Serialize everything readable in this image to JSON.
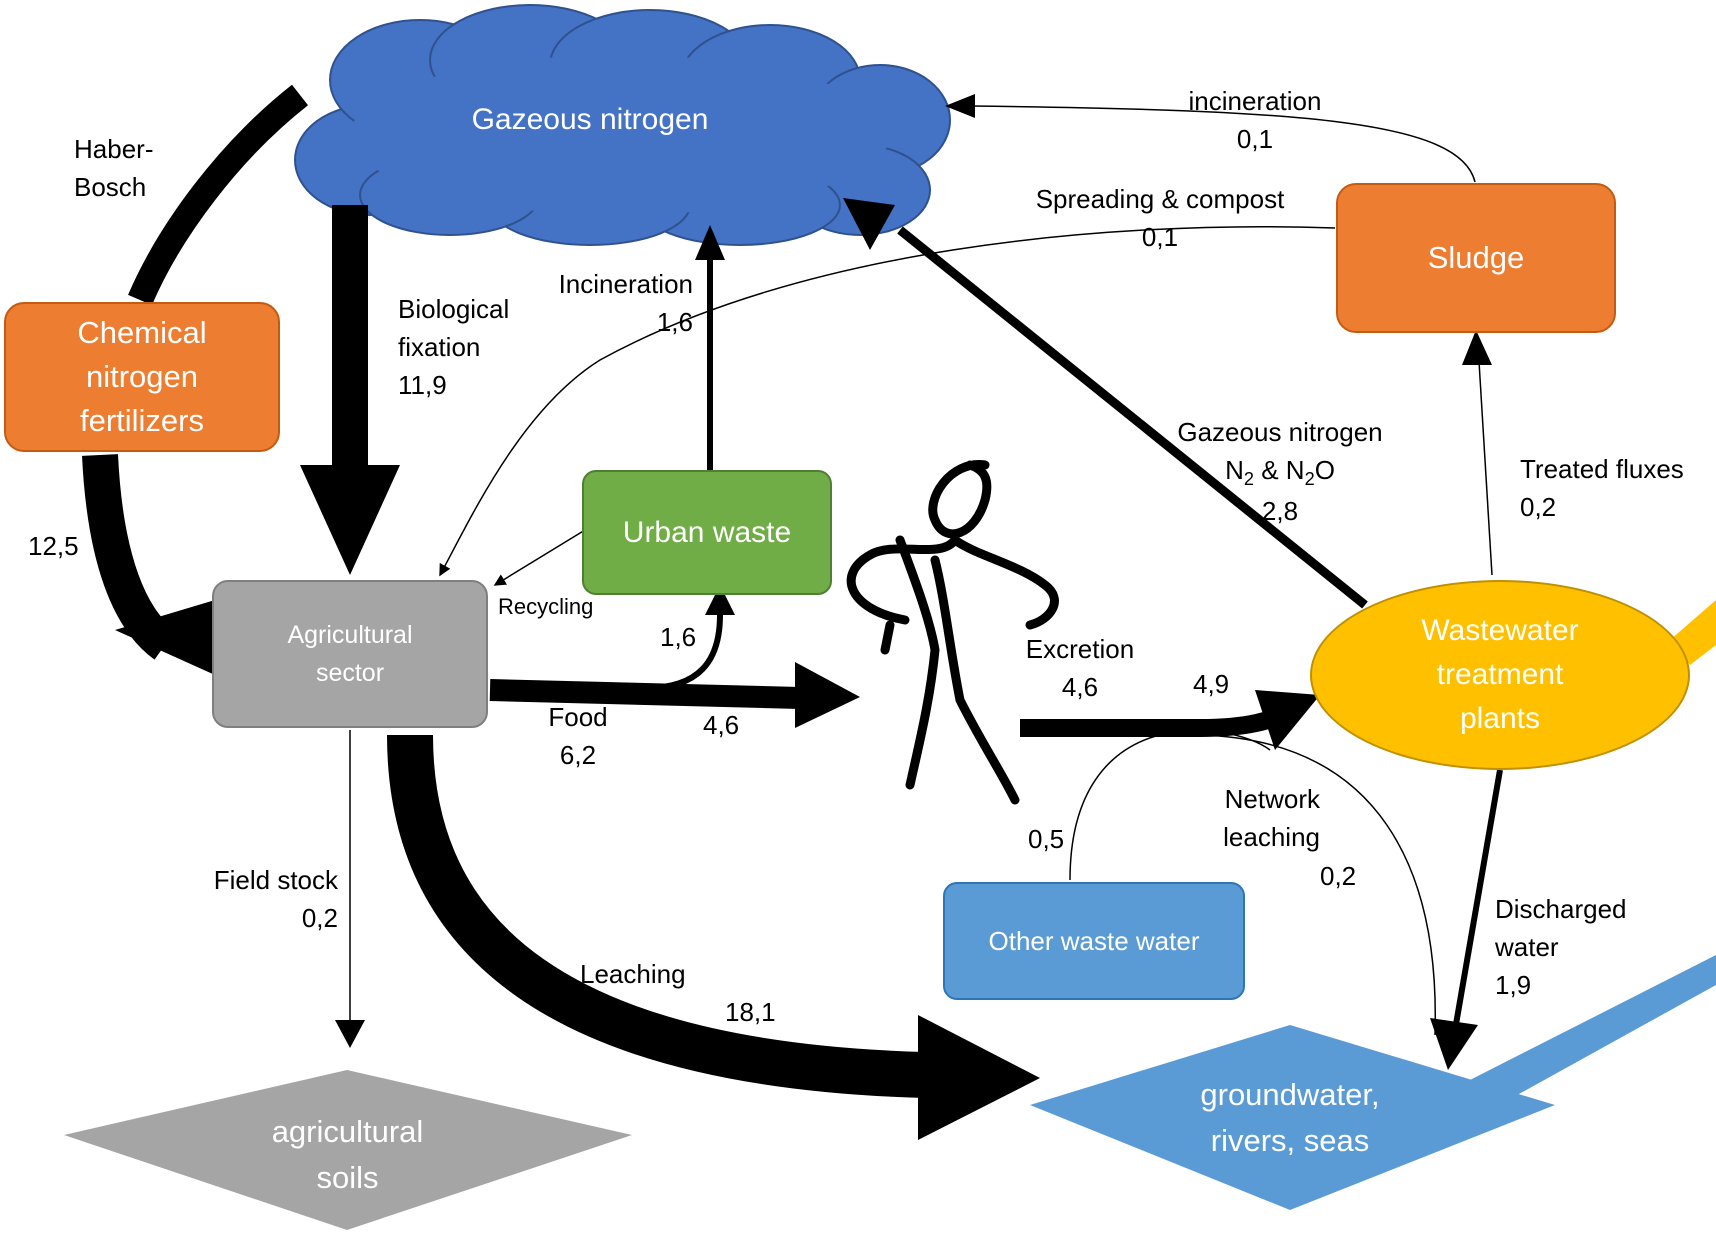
{
  "nodes": {
    "gaseous_nitrogen": "Gazeous nitrogen",
    "chemical_fertilizers": "Chemical\nnitrogen\nfertilizers",
    "agricultural_sector": "Agricultural\nsector",
    "urban_waste": "Urban waste",
    "sludge": "Sludge",
    "wwtp": "Wastewater\ntreatment\nplants",
    "other_waste_water": "Other waste water",
    "agricultural_soils": "agricultural\nsoils",
    "water_bodies": "groundwater,\nrivers, seas"
  },
  "flows": {
    "haber_bosch": "Haber-\nBosch",
    "fertilizer_value": "12,5",
    "biological_fixation": "Biological\nfixation\n11,9",
    "incineration_urban": "Incineration\n1,6",
    "recycling": "Recycling",
    "urban_from_agri": "1,6",
    "food": "Food\n6,2",
    "food_to_human": "4,6",
    "excretion": "Excretion\n4,6",
    "to_wwtp": "4,9",
    "other_ww_value": "0,5",
    "network_leaching": "Network\nleaching",
    "network_leaching_value": "0,2",
    "field_stock": "Field stock\n0,2",
    "leaching": "Leaching",
    "leaching_value": "18,1",
    "discharged_water": "Discharged\nwater\n1,9",
    "treated_fluxes": "Treated fluxes\n0,2",
    "gaseous_from_wwtp_title": "Gazeous nitrogen",
    "gaseous_from_wwtp_n2": "N",
    "gaseous_from_wwtp_sub2": "2",
    "gaseous_from_wwtp_and": " & N",
    "gaseous_from_wwtp_sub3": "2",
    "gaseous_from_wwtp_o": "O",
    "gaseous_from_wwtp_value": "2,8",
    "sludge_incineration": "incineration\n0,1",
    "spreading_compost": "Spreading & compost\n0,1"
  },
  "colors": {
    "cloud": "#4472C4",
    "orange": "#ED7D31",
    "green": "#70AD47",
    "grey": "#A5A5A5",
    "yellow": "#FFC000",
    "blue": "#5B9BD5"
  }
}
